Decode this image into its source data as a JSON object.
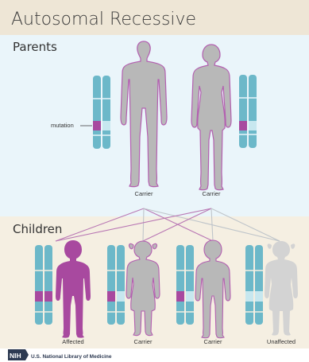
{
  "title": "Autosomal Recessive",
  "sections": {
    "parents": "Parents",
    "children": "Children"
  },
  "annotation": {
    "mutation": "mutation"
  },
  "parents": [
    {
      "label": "Carrier",
      "sex": "male",
      "status": "carrier"
    },
    {
      "label": "Carrier",
      "sex": "female",
      "status": "carrier"
    }
  ],
  "children": [
    {
      "label": "Affected",
      "sex": "male",
      "status": "affected"
    },
    {
      "label": "Carrier",
      "sex": "female",
      "status": "carrier"
    },
    {
      "label": "Carrier",
      "sex": "male",
      "status": "carrier"
    },
    {
      "label": "Unaffected",
      "sex": "female",
      "status": "unaffected"
    }
  ],
  "footer": {
    "logo": "NIH",
    "org": "U.S. National Library of Medicine"
  },
  "colors": {
    "header_band": "#eee6d6",
    "parents_band": "#eaf5fa",
    "children_band": "#f5efe2",
    "chromosome": "#6cb8c9",
    "chromosome_normal_band": "#c7e7ef",
    "mutation": "#a8499f",
    "figure_gray": "#b8b8b8",
    "figure_light": "#d3d3d3",
    "outline": "#b35fb0",
    "line_purple": "#b978b4",
    "line_gray": "#bfc5ca"
  }
}
